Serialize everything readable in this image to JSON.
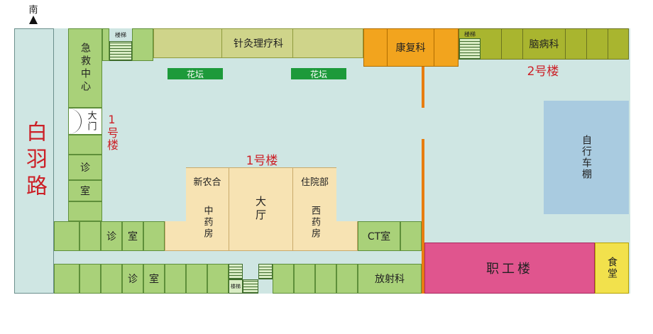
{
  "compass": {
    "label": "南"
  },
  "road": {
    "label": "白羽路"
  },
  "buildings": {
    "building1": "1号楼",
    "building2": "2号楼",
    "staff_building": "职工楼",
    "canteen": "食堂",
    "bike_shed": "自行车棚"
  },
  "departments": {
    "acupuncture": "针灸理疗科",
    "rehab": "康复科",
    "neuro": "脑病科",
    "emergency": "急救中心",
    "gate": "大门",
    "clinic_v1": "诊",
    "clinic_v2": "室",
    "clinic_h1_a": "诊",
    "clinic_h1_b": "室",
    "clinic_h2_a": "诊",
    "clinic_h2_b": "室",
    "new_coop": "新农合",
    "inpatient": "住院部",
    "hall": "大厅",
    "chinese_pharmacy": "中药房",
    "western_pharmacy": "西药房",
    "ct": "CT室",
    "radiology": "放射科",
    "stairs_label_1": "楼梯",
    "stairs_label_2": "楼梯",
    "stairs_label_3": "楼梯"
  },
  "features": {
    "flowerbed_1": "花坛",
    "flowerbed_2": "花坛"
  },
  "colors": {
    "courtyard": "#cfe6e3",
    "building_green": "#a9d179",
    "acupuncture_bar": "#cfd48a",
    "rehab_orange": "#f2a41e",
    "neuro_olive": "#a9b52f",
    "staff_pink": "#e0558e",
    "canteen_yellow": "#f2e14c",
    "bike_blue": "#a9cbe0",
    "hall_beige": "#f7e3b3",
    "flowerbed": "#1d9a3a",
    "label_red": "#cc2027"
  }
}
